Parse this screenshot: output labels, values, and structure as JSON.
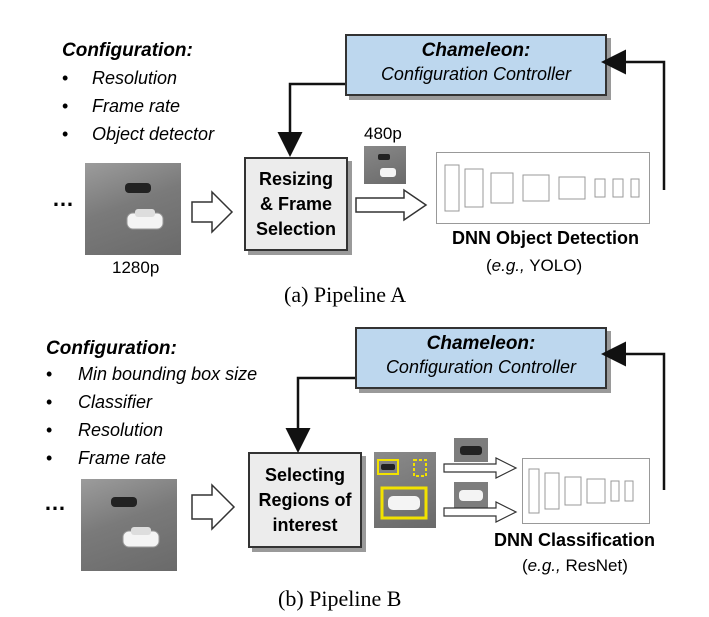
{
  "pipeline_a": {
    "config_title": "Configuration:",
    "config_items": [
      "Resolution",
      "Frame rate",
      "Object detector"
    ],
    "controller_title": "Chameleon:",
    "controller_subtitle": "Configuration Controller",
    "stage_label": "Resizing\n& Frame\nSelection",
    "input_resolution": "1280p",
    "output_resolution": "480p",
    "dnn_label": "DNN Object Detection",
    "dnn_example_prefix": "e.g.,",
    "dnn_example": "YOLO",
    "caption": "(a) Pipeline A",
    "ellipsis": "…"
  },
  "pipeline_b": {
    "config_title": "Configuration:",
    "config_items": [
      "Min bounding box size",
      "Classifier",
      "Resolution",
      "Frame rate"
    ],
    "controller_title": "Chameleon:",
    "controller_subtitle": "Configuration Controller",
    "stage_label": "Selecting\nRegions of\ninterest",
    "dnn_label": "DNN Classification",
    "dnn_example_prefix": "e.g.,",
    "dnn_example": "ResNet",
    "caption": "(b) Pipeline B",
    "ellipsis": "…"
  },
  "colors": {
    "controller_fill": "#bdd7ee",
    "stage_fill": "#ececec",
    "highlight_box": "#f2e200"
  }
}
